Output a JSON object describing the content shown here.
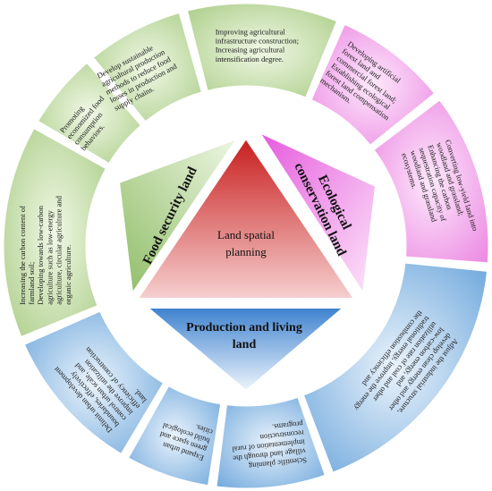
{
  "center": {
    "line1": "Land spatial",
    "line2": "planning"
  },
  "inner": {
    "food": "Food security land",
    "eco_line1": "Ecological",
    "eco_line2": "conservation land",
    "prod_line1": "Production and living",
    "prod_line2": "land"
  },
  "segments": [
    {
      "id": "seg-1",
      "color": "green",
      "lines": [
        "Improving agricultural",
        "infrastructure construction;",
        "Increasing agricultural",
        "intensification degree."
      ]
    },
    {
      "id": "seg-2",
      "color": "pink",
      "lines": [
        "Developing artificial",
        "forest land and",
        "commercial forest land;",
        "Establishing ecological",
        "forest land compensation",
        "mechanism."
      ]
    },
    {
      "id": "seg-3",
      "color": "pink",
      "lines": [
        "Converting low-yield land into",
        "woodland and grassland;",
        "Enhancing the carbon",
        "sequestration capacity of",
        "woodland and grassland",
        "ecosystems."
      ]
    },
    {
      "id": "seg-4",
      "color": "blue",
      "lines": [
        "Adjust the industrial structure,",
        "develop clean energy and other",
        "low-carbon energy, and",
        "utilization rate of coal and other",
        "traditional energy, improve the energy",
        "the combustion efficiency and"
      ]
    },
    {
      "id": "seg-5",
      "color": "blue",
      "lines": [
        "Scientific planning",
        "village land through the",
        "implementation of rural",
        "reconstruction",
        "programs."
      ]
    },
    {
      "id": "seg-6",
      "color": "blue",
      "lines": [
        "Expand urban",
        "green space and",
        "build ecological",
        "cities."
      ]
    },
    {
      "id": "seg-7",
      "color": "blue",
      "lines": [
        "Delimit urban development",
        "boundaries, effectively",
        "control urban scale, and",
        "improve the utilization",
        "efficiency of construction",
        "land."
      ]
    },
    {
      "id": "seg-8",
      "color": "green",
      "lines": [
        "Increasing the carbon content of",
        "farmland soil;",
        "Developing towards low-carbon",
        "agriculture such as low-energy",
        "agriculture, circular agriculture and",
        "organic agriculture."
      ]
    },
    {
      "id": "seg-9",
      "color": "green",
      "lines": [
        "Promoting",
        "economized food",
        "consumption",
        "behaviors."
      ]
    },
    {
      "id": "seg-10",
      "color": "green",
      "lines": [
        "Develop sustainable",
        "agricultural production",
        "methods to reduce food",
        "losses in production and",
        "supply chains."
      ]
    }
  ]
}
